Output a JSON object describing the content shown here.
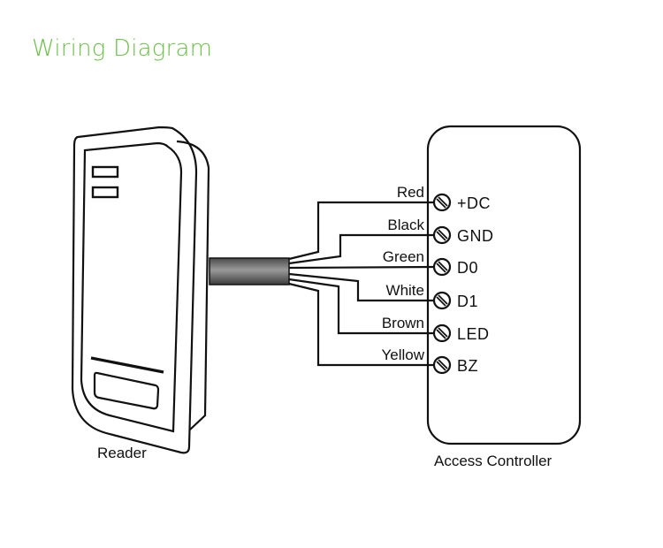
{
  "title": "Wiring Diagram",
  "reader": {
    "caption": "Reader"
  },
  "controller": {
    "caption": "Access Controller"
  },
  "wires": [
    {
      "color_name": "Red",
      "terminal": "+DC"
    },
    {
      "color_name": "Black",
      "terminal": "GND"
    },
    {
      "color_name": "Green",
      "terminal": "D0"
    },
    {
      "color_name": "White",
      "terminal": "D1"
    },
    {
      "color_name": "Brown",
      "terminal": "LED"
    },
    {
      "color_name": "Yellow",
      "terminal": "BZ"
    }
  ],
  "colors": {
    "title": "#6cc04a",
    "line": "#111111",
    "cable": "#6e6e6e"
  }
}
